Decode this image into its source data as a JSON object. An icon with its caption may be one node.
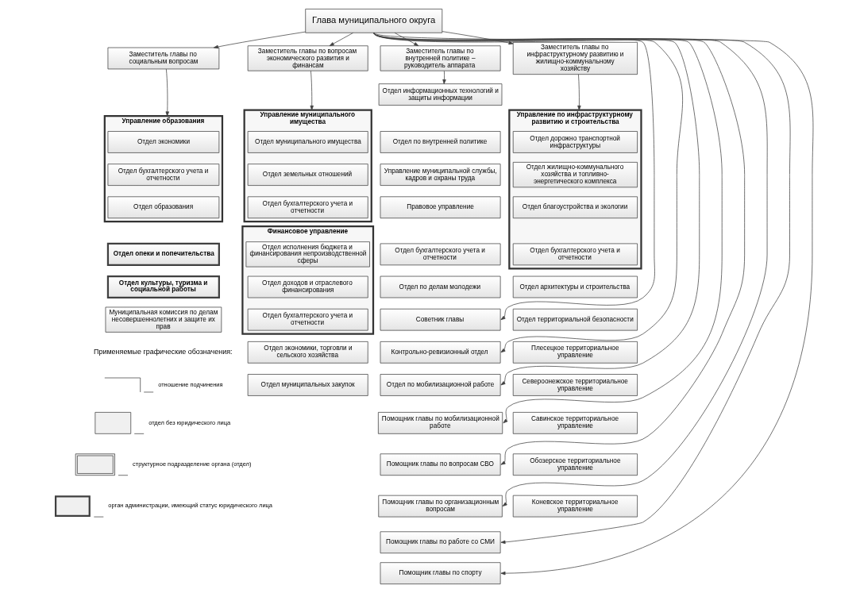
{
  "diagram": {
    "nodes": [
      {
        "text": [
          "Глава муниципального округа"
        ]
      },
      {
        "text": [
          "Заместитель главы по социальным вопросам"
        ]
      },
      {
        "text": [
          "Заместитель главы по вопросам экономического развития и финансам"
        ]
      },
      {
        "text": [
          "Заместитель главы по внутренней политике – руководитель аппарата"
        ]
      },
      {
        "text": [
          "Заместитель главы по инфраструктурному развитию и жилищно-коммунальному хозяйству"
        ]
      },
      {
        "text": [
          "Управление образования"
        ]
      },
      {
        "text": [
          "Отдел экономики"
        ],
        "in": 5
      },
      {
        "text": [
          "Отдел бухгалтерского учета и отчетности"
        ],
        "in": 5
      },
      {
        "text": [
          "Отдел образования"
        ],
        "in": 5
      },
      {
        "text": [
          "Отдел опеки и попечительства"
        ]
      },
      {
        "text": [
          "Отдел культуры, туризма и социальной работы"
        ]
      },
      {
        "text": [
          "Муниципальная комиссия по делам несовершеннолетних и защите их прав"
        ]
      },
      {
        "text": [
          "Управление муниципального имущества"
        ]
      },
      {
        "text": [
          "Отдел муниципального имущества"
        ],
        "in": 12
      },
      {
        "text": [
          "Отдел земельных отношений"
        ],
        "in": 12
      },
      {
        "text": [
          "Отдел бухгалтерского учета и отчетности"
        ],
        "in": 12
      },
      {
        "text": [
          "Финансовое управление"
        ]
      },
      {
        "text": [
          "Отдел исполнения бюджета и финансирования непроизводственной сферы"
        ],
        "in": 16
      },
      {
        "text": [
          "Отдел доходов и отраслевого финансирования"
        ],
        "in": 16
      },
      {
        "text": [
          "Отдел бухгалтерского учета и отчетности"
        ],
        "in": 16
      },
      {
        "text": [
          "Отдел экономики, торговли и сельского хозяйства"
        ]
      },
      {
        "text": [
          "Отдел муниципальных закупок"
        ]
      },
      {
        "text": [
          "Отдел информационных технологий и защиты информации"
        ]
      },
      {
        "text": [
          "Отдел по внутренней политике"
        ]
      },
      {
        "text": [
          "Управление муниципальной службы, кадров и охраны труда"
        ]
      },
      {
        "text": [
          "Правовое управление"
        ]
      },
      {
        "text": [
          "Отдел бухгалтерского учета и отчетности"
        ]
      },
      {
        "text": [
          "Отдел по делам молодежи"
        ]
      },
      {
        "text": [
          "Советник главы"
        ]
      },
      {
        "text": [
          "Контрольно-ревизионный отдел"
        ]
      },
      {
        "text": [
          "Отдел по мобилизационной работе"
        ]
      },
      {
        "text": [
          "Помощник главы по мобилизационной работе"
        ]
      },
      {
        "text": [
          "Помощник главы по вопросам СВО"
        ]
      },
      {
        "text": [
          "Помощник главы по организационным вопросам"
        ]
      },
      {
        "text": [
          "Помощник главы по работе со СМИ"
        ]
      },
      {
        "text": [
          "Помощник главы по спорту"
        ]
      },
      {
        "text": [
          "Управление по инфраструктурному развитию и строительства"
        ]
      },
      {
        "text": [
          "Отдел дорожно транспортной инфраструктуры"
        ],
        "in": 36
      },
      {
        "text": [
          "Отдел жилищно-коммунального хозяйства и топливно-энергетического комплекса"
        ],
        "in": 36
      },
      {
        "text": [
          "Отдел благоустройства и экологии"
        ],
        "in": 36
      },
      {
        "text": [
          "Отдел бухгалтерского учета и отчетности"
        ],
        "in": 36
      },
      {
        "text": [
          "Отдел архитектуры и строительства"
        ]
      },
      {
        "text": [
          "Отдел территориальной безопасности"
        ]
      },
      {
        "text": [
          "Плесецкое территориальное управление"
        ]
      },
      {
        "text": [
          "Североонежское территориальное управление"
        ]
      },
      {
        "text": [
          "Савинское территориальное управление"
        ]
      },
      {
        "text": [
          "Обозерское территориальное управление"
        ]
      },
      {
        "text": [
          "Коневское территориальное управление"
        ]
      }
    ],
    "edges": [
      {
        "from": 0,
        "to": 1,
        "arrow": "to"
      },
      {
        "from": 0,
        "to": 2,
        "arrow": "to"
      },
      {
        "from": 0,
        "to": 3,
        "arrow": "to"
      },
      {
        "from": 0,
        "to": 4,
        "arrow": "to"
      },
      {
        "from": 1,
        "to": 5,
        "arrow": "to"
      },
      {
        "from": 2,
        "to": 12,
        "arrow": "to"
      },
      {
        "from": 3,
        "to": 22,
        "arrow": "to"
      },
      {
        "from": 4,
        "to": 36,
        "arrow": "to"
      },
      {
        "from": 0,
        "to": 28,
        "arrow": "to"
      },
      {
        "from": 0,
        "to": 29,
        "arrow": "to"
      },
      {
        "from": 0,
        "to": 30,
        "arrow": "to"
      },
      {
        "from": 0,
        "to": 31,
        "arrow": "to"
      },
      {
        "from": 0,
        "to": 32,
        "arrow": "to"
      },
      {
        "from": 0,
        "to": 33,
        "arrow": "to"
      },
      {
        "from": 0,
        "to": 34,
        "arrow": "to"
      },
      {
        "from": 0,
        "to": 35,
        "arrow": "to"
      }
    ],
    "labels": [
      "Применяемые графические обозначения:"
    ],
    "legend": [
      {
        "text": "отношение подчинения"
      },
      {
        "text": "отдел без юридического лица"
      },
      {
        "text": "структурное подразделение органа (отдел)"
      },
      {
        "text": "орган администрации, имеющий статус юридического лица"
      }
    ]
  }
}
